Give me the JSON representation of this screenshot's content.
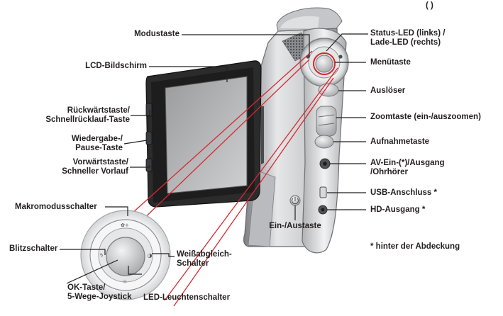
{
  "top_fragment": "(          )",
  "labels": {
    "mode_button": "Modustaste",
    "lcd_screen": "LCD-Bildschirm",
    "rewind_line1": "Rückwärtstaste/",
    "rewind_line2": "Schnellrücklauf-Taste",
    "play_line1": "Wiedergabe-/",
    "play_line2": "Pause-Taste",
    "forward_line1": "Vorwärtstaste/",
    "forward_line2": "Schneller Vorlauf",
    "macro_switch": "Makromodusschalter",
    "flash_switch": "Blitzschalter",
    "ok_line1": "OK-Taste/",
    "ok_line2": "5-Wege-Joystick",
    "led_light_switch": "LED-Leuchtenschalter",
    "wb_line1": "Weißabgleich-",
    "wb_line2": "Schalter",
    "power_button": "Ein-/Austaste",
    "status_line1": "Status-LED (links) /",
    "status_line2": "Lade-LED (rechts)",
    "menu_button": "Menütaste",
    "shutter": "Auslöser",
    "zoom_button": "Zoomtaste (ein-/auszoomen)",
    "record_button": "Aufnahmetaste",
    "av_line1": "AV-Ein-(*)/Ausgang",
    "av_line2": "/Ohrhörer",
    "usb_port": "USB-Anschluss *",
    "hd_out": "HD-Ausgang *",
    "footnote": "* hinter der Abdeckung"
  },
  "colors": {
    "callout_line": "#231f20",
    "magnifier_line": "#d7282f",
    "text": "#231f20"
  }
}
